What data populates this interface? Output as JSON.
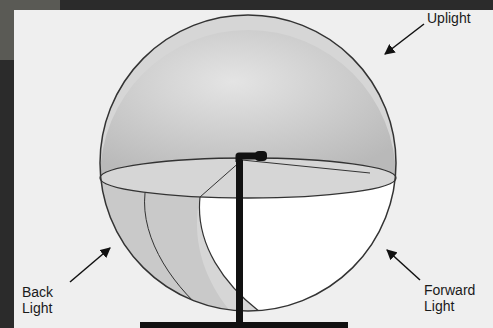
{
  "diagram": {
    "labels": [
      "Uplight",
      "Back Light",
      "Forward Light"
    ]
  }
}
